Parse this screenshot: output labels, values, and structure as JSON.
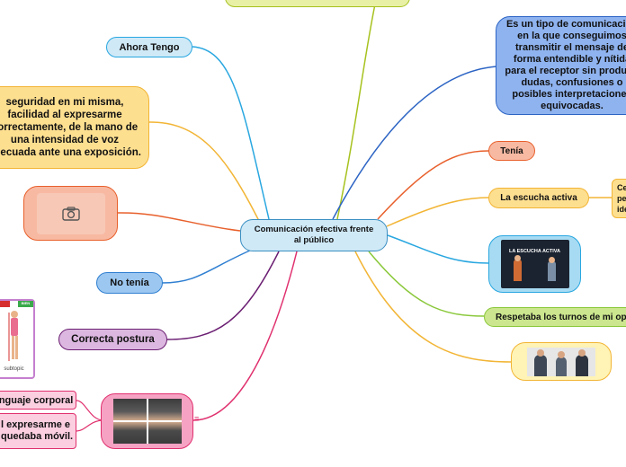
{
  "central": {
    "label": "Comunicación efectiva frente al público"
  },
  "left_branches": {
    "ahora_tengo": "Ahora Tengo",
    "seguridad": "seguridad en mi misma, facilidad al expresarme correctamente, de la mano de una intensidad de voz adecuada ante una exposición.",
    "no_tenia": "No tenía",
    "correcta_postura": "Correcta postura",
    "lenguaje_corporal": "lenguaje corporal",
    "expresarme": "l expresarme e quedaba móvil.",
    "postura_caption": "subtopic",
    "postura_tag": "BIEN"
  },
  "right_branches": {
    "definicion": "Es un tipo de comunicación en la que conseguimos transmitir el mensaje de forma entendible y nítida para el receptor sin producir dudas, confusiones o posibles interpretaciones equivocadas.",
    "tenia": "Tenía",
    "escucha_activa": "La escucha activa",
    "escucha_sub": "Ce pe ide",
    "escucha_image_title": "LA ESCUCHA ACTIVA",
    "respetaba": "Respetaba los turnos de mi op"
  },
  "colors": {
    "blue": "#3a8fc2",
    "dark_blue": "#2c64c4",
    "orange_red": "#e8602c",
    "yellow": "#f2b535",
    "green": "#8ac83a",
    "purple": "#7a2e7e",
    "magenta": "#e0306e"
  },
  "icons": {
    "image_placeholder": "camera-icon"
  }
}
